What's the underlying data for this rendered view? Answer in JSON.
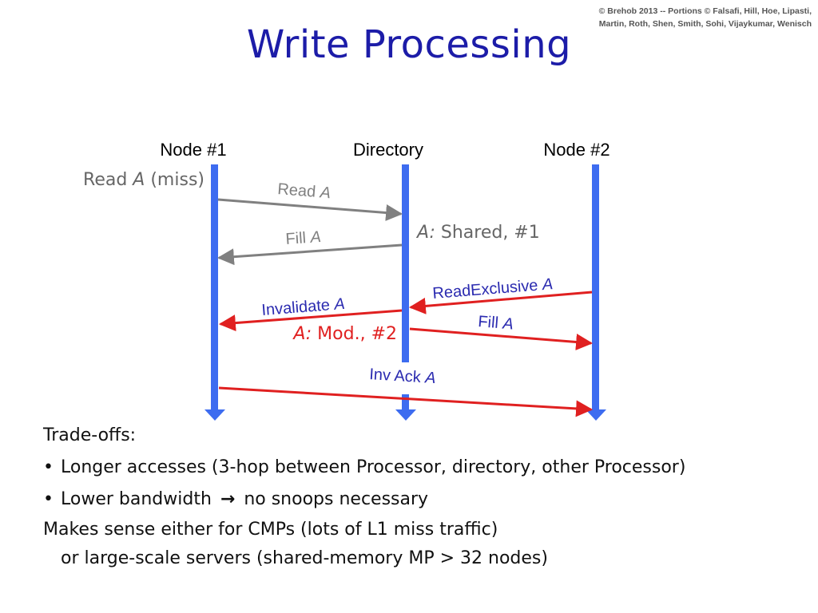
{
  "copyright": {
    "line1": "© Brehob 2013 -- Portions © Falsafi, Hill, Hoe, Lipasti,",
    "line2": "Martin, Roth, Shen, Smith, Sohi, Vijaykumar, Wenisch"
  },
  "title": "Write Processing",
  "diagram": {
    "columns": {
      "node1": "Node #1",
      "directory": "Directory",
      "node2": "Node #2"
    },
    "event_label": {
      "text": "Read ",
      "var": "A",
      "suffix": " (miss)"
    },
    "states": {
      "shared": {
        "var": "A:",
        "text": " Shared, #1"
      },
      "modified": {
        "var": "A:",
        "text": " Mod., #2"
      }
    },
    "messages": {
      "read": {
        "text": "Read ",
        "var": "A"
      },
      "fill1": {
        "text": "Fill ",
        "var": "A"
      },
      "read_exclusive": {
        "text": "ReadExclusive ",
        "var": "A"
      },
      "invalidate": {
        "text": "Invalidate ",
        "var": "A"
      },
      "fill2": {
        "text": "Fill ",
        "var": "A"
      },
      "inv_ack": {
        "text": "Inv Ack ",
        "var": "A"
      }
    },
    "colors": {
      "lifeline": "#3d6cf0",
      "gray_msg": "#808080",
      "red_msg": "#e02020",
      "blue_label": "#2b2bb0"
    }
  },
  "tradeoffs": {
    "heading": "Trade-offs:",
    "items": [
      {
        "text": "Longer accesses (3-hop between Processor, directory, other Processor)"
      },
      {
        "text_before": "Lower bandwidth ",
        "arrow": "→",
        "text_after": " no snoops necessary"
      }
    ],
    "conclusion_line1": "Makes sense either for CMPs (lots of L1 miss traffic)",
    "conclusion_line2": "or large-scale servers (shared-memory MP > 32 nodes)"
  }
}
